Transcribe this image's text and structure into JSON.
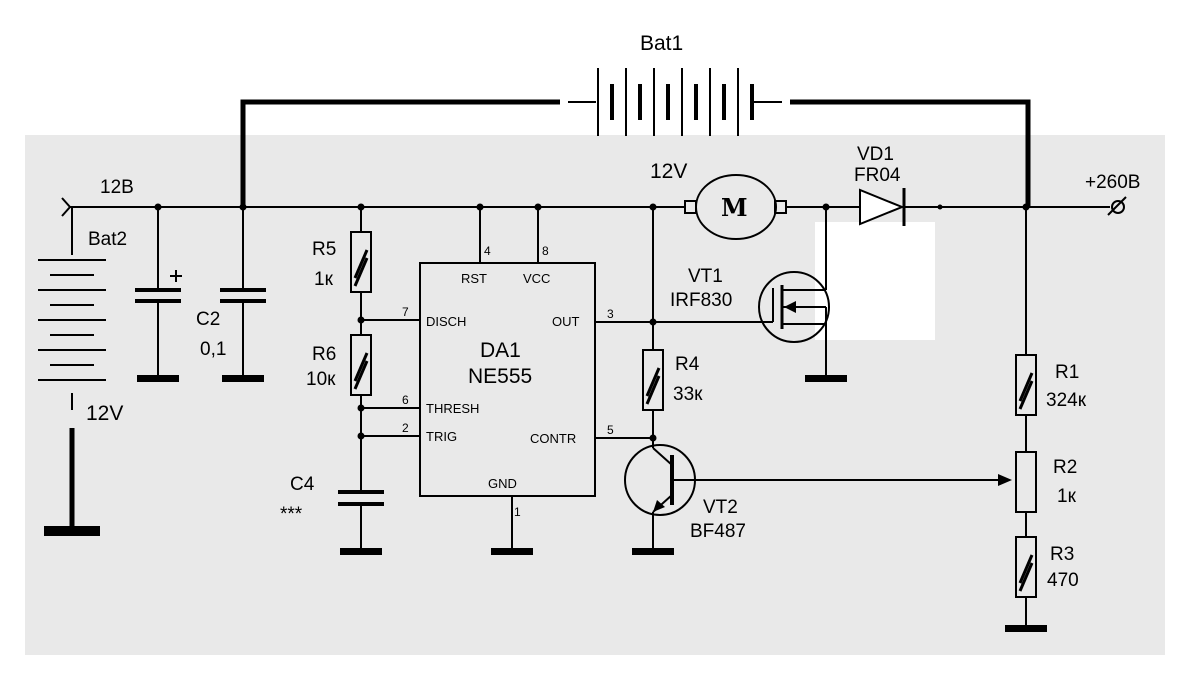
{
  "colors": {
    "paper": "#e9e9e9",
    "ink": "#000000",
    "white_patch": "#ffffff"
  },
  "labels": {
    "bat1": "Bat1",
    "bat2": "Bat2",
    "bat2_voltage": "12V",
    "rail_voltage": "12B",
    "motor_voltage": "12V",
    "motor_symbol": "M",
    "vd1_name": "VD1",
    "vd1_part": "FR04",
    "output": "+260B",
    "c2_name": "C2",
    "c2_value": "0,1",
    "c4_name": "C4",
    "c4_value": "***",
    "r5_name": "R5",
    "r5_value": "1к",
    "r6_name": "R6",
    "r6_value": "10к",
    "r4_name": "R4",
    "r4_value": "33к",
    "r1_name": "R1",
    "r1_value": "324к",
    "r2_name": "R2",
    "r2_value": "1к",
    "r3_name": "R3",
    "r3_value": "470",
    "vt1_name": "VT1",
    "vt1_part": "IRF830",
    "vt2_name": "VT2",
    "vt2_part": "BF487",
    "da1_name": "DA1",
    "da1_part": "NE555"
  },
  "ic_pins": {
    "rst": "RST",
    "vcc": "VCC",
    "disch": "DISCH",
    "out": "OUT",
    "thresh": "THRESH",
    "trig": "TRIG",
    "contr": "CONTR",
    "gnd": "GND",
    "n4": "4",
    "n8": "8",
    "n7": "7",
    "n3": "3",
    "n6": "6",
    "n2": "2",
    "n5": "5",
    "n1": "1"
  }
}
